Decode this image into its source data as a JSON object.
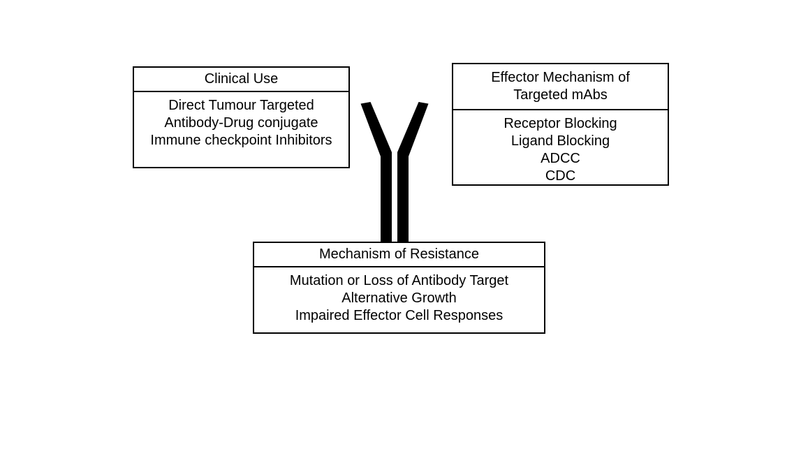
{
  "figure": {
    "title_visible": false,
    "background_color": "#ffffff",
    "stroke_color": "#000000",
    "text_color": "#000000"
  },
  "panels": {
    "clinical_use": {
      "header": "Clinical Use",
      "items": [
        "Direct Tumour Targeted",
        "Antibody-Drug conjugate",
        "Immune checkpoint Inhibitors"
      ]
    },
    "effector_mechanism": {
      "header": "Effector Mechanism of\nTargeted mAbs",
      "items": [
        "Receptor Blocking",
        "Ligand Blocking",
        "ADCC",
        "CDC"
      ]
    },
    "mechanism_of_resistance": {
      "header": "Mechanism of Resistance",
      "items": [
        "Mutation or Loss of Antibody Target",
        "Alternative Growth",
        "Impaired Effector Cell Responses"
      ]
    }
  },
  "graphic": {
    "antibody_icon": "antibody-y-shape",
    "fill_color": "#000000"
  }
}
